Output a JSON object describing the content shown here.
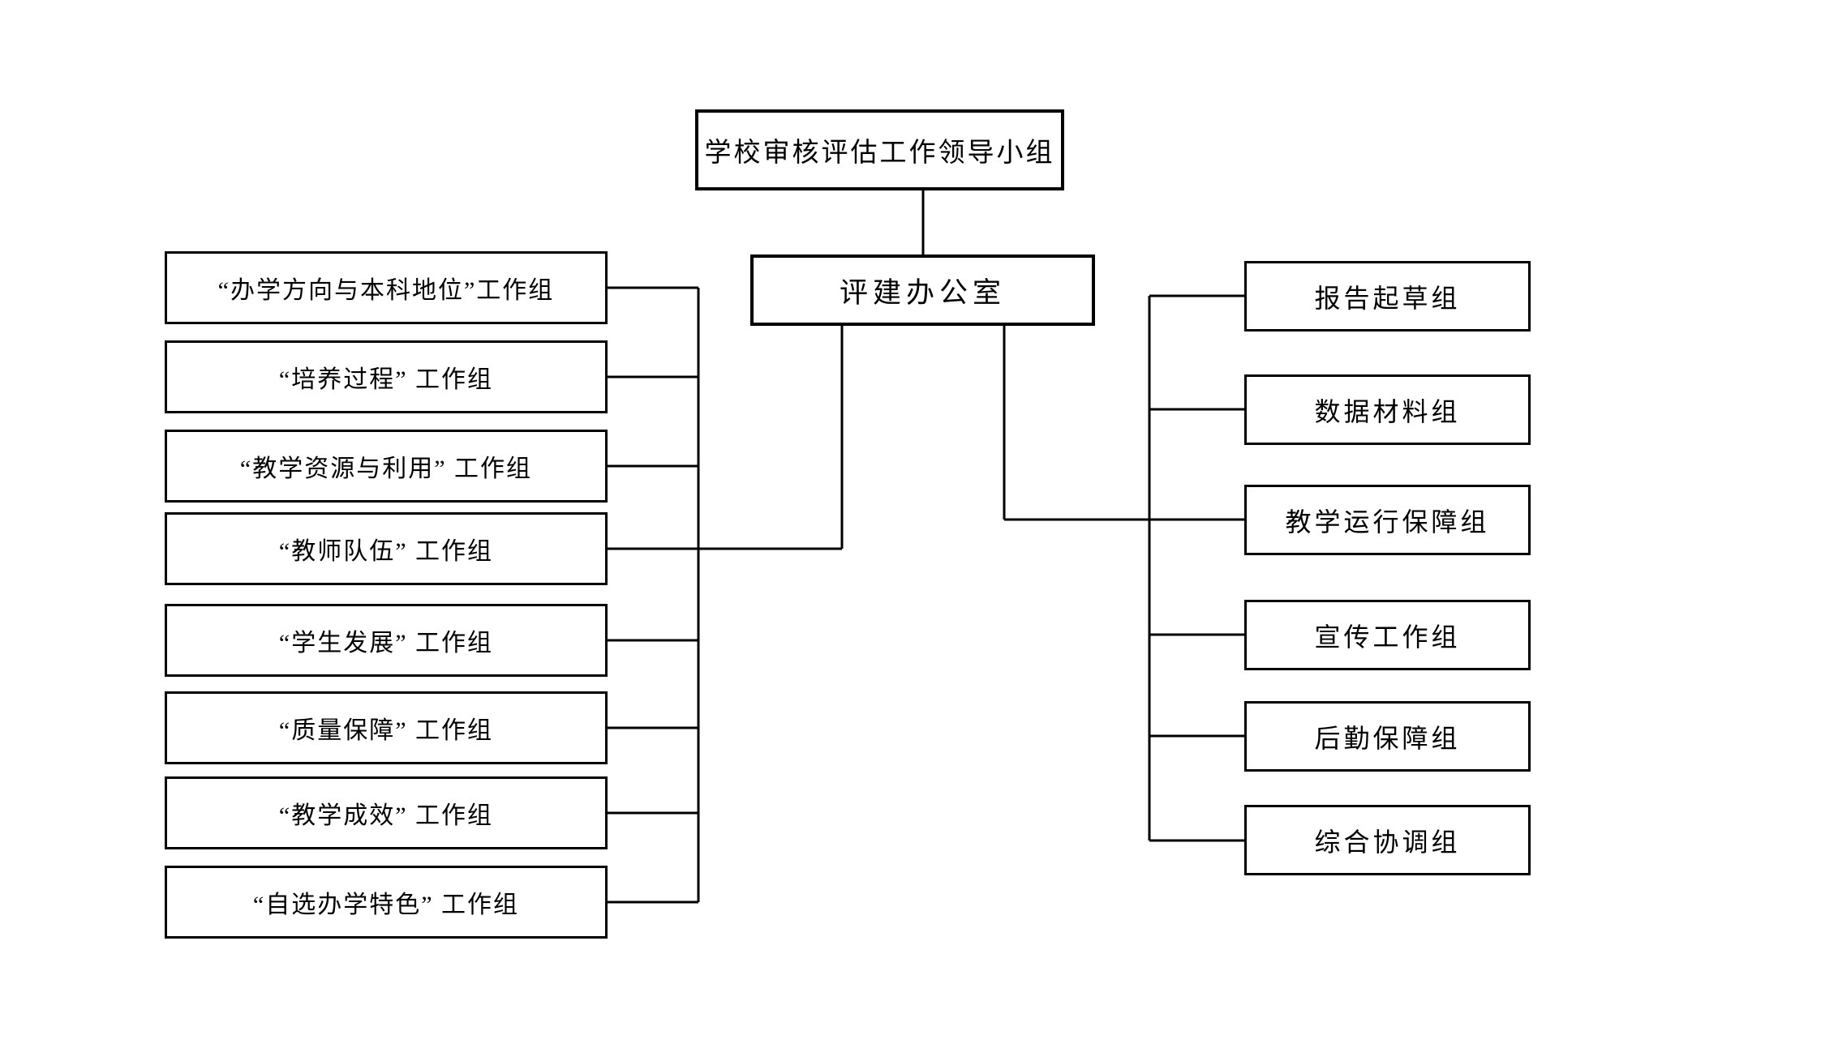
{
  "diagram": {
    "root_label": "学校审核评估工作领导小组",
    "office_label": "评建办公室",
    "left_groups": [
      "“办学方向与本科地位”工作组",
      "“培养过程” 工作组",
      "“教学资源与利用” 工作组",
      "“教师队伍” 工作组",
      "“学生发展” 工作组",
      "“质量保障” 工作组",
      "“教学成效” 工作组",
      "“自选办学特色” 工作组"
    ],
    "right_groups": [
      "报告起草组",
      "数据材料组",
      "教学运行保障组",
      "宣传工作组",
      "后勤保障组",
      "综合协调组"
    ]
  },
  "colors": {
    "background": "#ffffff",
    "box_border": "#000000",
    "connector_line": "#000000",
    "text": "#000000"
  }
}
